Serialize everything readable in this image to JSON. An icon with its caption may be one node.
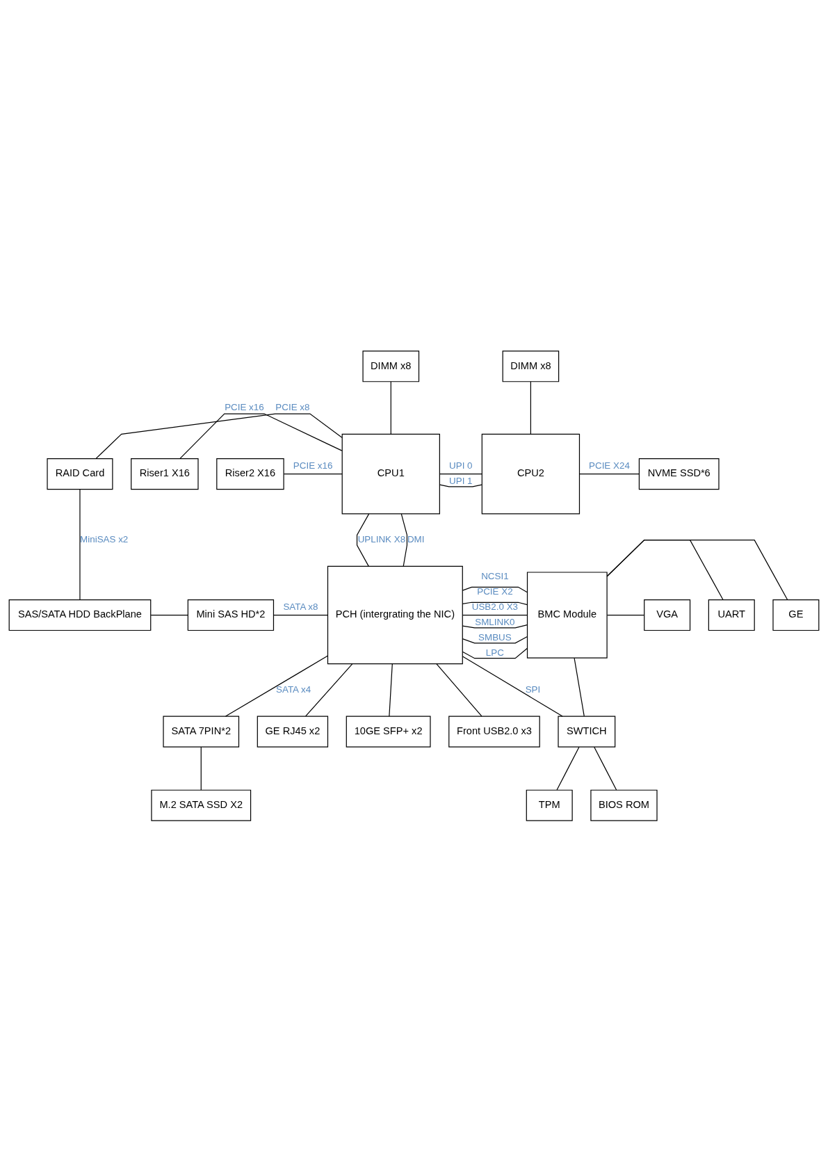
{
  "diagram": {
    "nodes": [
      {
        "text": [
          "DIMM x8"
        ]
      },
      {
        "text": [
          "DIMM x8"
        ]
      },
      {
        "text": [
          "Riser1 X16"
        ]
      },
      {
        "text": [
          "Riser2 X16"
        ]
      },
      {
        "text": [
          "CPU1"
        ]
      },
      {
        "text": [
          "CPU2"
        ]
      },
      {
        "text": [
          "NVME SSD*6"
        ]
      },
      {
        "text": [
          "RAID Card"
        ]
      },
      {
        "text": [
          "SAS/SATA HDD BackPlane"
        ]
      },
      {
        "text": [
          "Mini SAS HD*2"
        ]
      },
      {
        "text": [
          "PCH (intergrating the NIC)"
        ]
      },
      {
        "text": [
          "BMC Module"
        ]
      },
      {
        "text": [
          "GE"
        ]
      },
      {
        "text": [
          "UART"
        ]
      },
      {
        "text": [
          "VGA"
        ]
      },
      {
        "text": [
          "GE RJ45 x2"
        ]
      },
      {
        "text": [
          "10GE SFP+ x2"
        ]
      },
      {
        "text": [
          "Front USB2.0 x3"
        ]
      },
      {
        "text": [
          "SATA 7PIN*2"
        ]
      },
      {
        "text": [
          "M.2 SATA SSD X2"
        ]
      },
      {
        "text": [
          "SWTICH"
        ]
      },
      {
        "text": [
          "TPM"
        ]
      },
      {
        "text": [
          "BIOS ROM"
        ]
      }
    ],
    "edges": [
      {
        "from": 0,
        "to": 4,
        "arrow": "none"
      },
      {
        "from": 1,
        "to": 5,
        "arrow": "none"
      },
      {
        "from": 2,
        "to": 4,
        "arrow": "none",
        "label": "PCIE x16"
      },
      {
        "from": 3,
        "to": 4,
        "arrow": "none",
        "label": "PCIE x16"
      },
      {
        "from": 7,
        "to": 4,
        "arrow": "none",
        "label": "PCIE x8"
      },
      {
        "from": 4,
        "to": 5,
        "arrow": "none",
        "label": "UPI 0"
      },
      {
        "from": 4,
        "to": 5,
        "arrow": "none",
        "label": "UPI 1"
      },
      {
        "from": 5,
        "to": 6,
        "arrow": "none",
        "label": "PCIE X24"
      },
      {
        "from": 7,
        "to": 8,
        "arrow": "none",
        "label": "MiniSAS x2"
      },
      {
        "from": 8,
        "to": 9,
        "arrow": "none"
      },
      {
        "from": 9,
        "to": 10,
        "arrow": "none",
        "label": "SATA x8"
      },
      {
        "from": 4,
        "to": 10,
        "arrow": "none",
        "label": "UPLINK X8"
      },
      {
        "from": 4,
        "to": 10,
        "arrow": "none",
        "label": "DMI"
      },
      {
        "from": 10,
        "to": 11,
        "arrow": "none",
        "label": "USB2.0 X3"
      },
      {
        "from": 10,
        "to": 11,
        "arrow": "none",
        "label": "PCIE X2"
      },
      {
        "from": 10,
        "to": 11,
        "arrow": "none",
        "label": "SMBUS"
      },
      {
        "from": 10,
        "to": 11,
        "arrow": "none",
        "label": "SMLINK0"
      },
      {
        "from": 10,
        "to": 11,
        "arrow": "none",
        "label": "NCSI1"
      },
      {
        "from": 10,
        "to": 11,
        "arrow": "none",
        "label": "LPC"
      },
      {
        "from": 10,
        "to": 20,
        "arrow": "none",
        "label": "SPI"
      },
      {
        "from": 11,
        "to": 20,
        "arrow": "none"
      },
      {
        "from": 11,
        "to": 12,
        "arrow": "none"
      },
      {
        "from": 11,
        "to": 13,
        "arrow": "none"
      },
      {
        "from": 11,
        "to": 14,
        "arrow": "none"
      },
      {
        "from": 10,
        "to": 15,
        "arrow": "none"
      },
      {
        "from": 10,
        "to": 16,
        "arrow": "none"
      },
      {
        "from": 10,
        "to": 17,
        "arrow": "none"
      },
      {
        "from": 10,
        "to": 18,
        "arrow": "none",
        "label": "SATA x4"
      },
      {
        "from": 18,
        "to": 19,
        "arrow": "none"
      },
      {
        "from": 20,
        "to": 22,
        "arrow": "none"
      },
      {
        "from": 21,
        "to": 20,
        "arrow": "none"
      }
    ]
  }
}
